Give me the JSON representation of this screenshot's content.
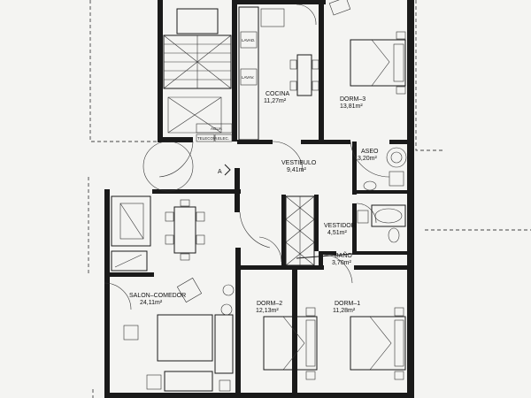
{
  "rooms": {
    "cocina": {
      "name": "COCINA",
      "area": "11,27m²"
    },
    "dorm3": {
      "name": "DORM–3",
      "area": "13,81m²"
    },
    "aseo": {
      "name": "ASEO",
      "area": "3,20m²"
    },
    "vestibulo": {
      "name": "VESTIBULO",
      "area": "9,41m²"
    },
    "vestidor": {
      "name": "VESTIDOR",
      "area": "4,51m²"
    },
    "bano": {
      "name": "BAÑO",
      "area": "3,70m²"
    },
    "salon": {
      "name": "SALON–COMEDOR",
      "area": "24,11m²"
    },
    "dorm2": {
      "name": "DORM–2",
      "area": "12,13m²"
    },
    "dorm1": {
      "name": "DORM–1",
      "area": "11,28m²"
    }
  },
  "appliances": {
    "lavadora": "LAVAD.",
    "lavavajillas": "LAVAV.",
    "agua": "AGUA",
    "telecom": "TELECOM.",
    "elec": "ELEC."
  },
  "entrance_mark": "A"
}
